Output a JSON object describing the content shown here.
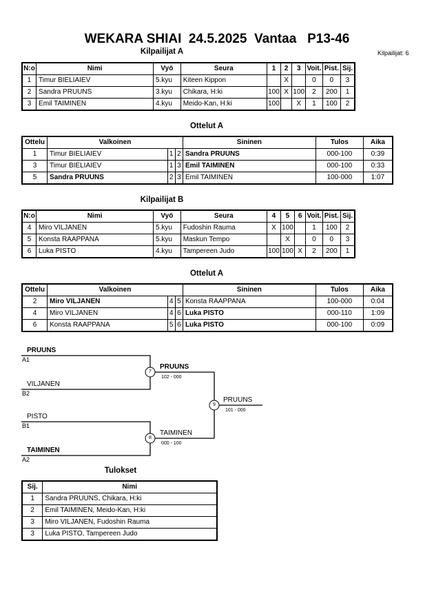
{
  "header": {
    "title": "WEKARA SHIAI  24.5.2025  Vantaa   P13-46",
    "competitor_count": "Kilpailijat: 6"
  },
  "pool_a": {
    "heading": "Kilpailijat A",
    "columns": [
      "N:o",
      "Nimi",
      "Vyö",
      "Seura",
      "1",
      "2",
      "3",
      "Voit.",
      "Pist.",
      "Sij."
    ],
    "rows": [
      {
        "no": "1",
        "name": "Timur BIELIAIEV",
        "belt": "5.kyu",
        "club": "Kiteen Kippon",
        "m1": "",
        "m2": "X",
        "m3": "",
        "wins": "0",
        "points": "0",
        "place": "3"
      },
      {
        "no": "2",
        "name": "Sandra PRUUNS",
        "belt": "3.kyu",
        "club": "Chikara, H:ki",
        "m1": "100",
        "m2": "X",
        "m3": "100",
        "wins": "2",
        "points": "200",
        "place": "1"
      },
      {
        "no": "3",
        "name": "Emil TAIMINEN",
        "belt": "4.kyu",
        "club": "Meido-Kan, H:ki",
        "m1": "100",
        "m2": "",
        "m3": "X",
        "wins": "1",
        "points": "100",
        "place": "2"
      }
    ]
  },
  "matches_a": {
    "heading": "Ottelut A",
    "columns": [
      "Ottelu",
      "Valkoinen",
      "Sininen",
      "Tulos",
      "Aika"
    ],
    "rows": [
      {
        "match": "1",
        "white": "Timur BIELIAIEV",
        "wn": "1",
        "bn": "2",
        "blue": "Sandra PRUUNS",
        "result": "000-100",
        "time": "0:39",
        "white_bold": false,
        "blue_bold": true
      },
      {
        "match": "3",
        "white": "Timur BIELIAIEV",
        "wn": "1",
        "bn": "3",
        "blue": "Emil TAIMINEN",
        "result": "000-100",
        "time": "0:33",
        "white_bold": false,
        "blue_bold": true
      },
      {
        "match": "5",
        "white": "Sandra PRUUNS",
        "wn": "2",
        "bn": "3",
        "blue": "Emil TAIMINEN",
        "result": "100-000",
        "time": "1:07",
        "white_bold": true,
        "blue_bold": false
      }
    ]
  },
  "pool_b": {
    "heading": "Kilpailijat B",
    "columns": [
      "N:o",
      "Nimi",
      "Vyö",
      "Seura",
      "4",
      "5",
      "6",
      "Voit.",
      "Pist.",
      "Sij."
    ],
    "rows": [
      {
        "no": "4",
        "name": "Miro VILJANEN",
        "belt": "5.kyu",
        "club": "Fudoshin Rauma",
        "m1": "X",
        "m2": "100",
        "m3": "",
        "wins": "1",
        "points": "100",
        "place": "2"
      },
      {
        "no": "5",
        "name": "Konsta RAAPPANA",
        "belt": "5.kyu",
        "club": "Maskun Tempo",
        "m1": "",
        "m2": "X",
        "m3": "",
        "wins": "0",
        "points": "0",
        "place": "3"
      },
      {
        "no": "6",
        "name": "Luka PISTO",
        "belt": "4.kyu",
        "club": "Tampereen Judo",
        "m1": "100",
        "m2": "100",
        "m3": "X",
        "wins": "2",
        "points": "200",
        "place": "1"
      }
    ]
  },
  "matches_b": {
    "heading": "Ottelut A",
    "columns": [
      "Ottelu",
      "Valkoinen",
      "Sininen",
      "Tulos",
      "Aika"
    ],
    "rows": [
      {
        "match": "2",
        "white": "Miro VILJANEN",
        "wn": "4",
        "bn": "5",
        "blue": "Konsta RAAPPANA",
        "result": "100-000",
        "time": "0:04",
        "white_bold": true,
        "blue_bold": false
      },
      {
        "match": "4",
        "white": "Miro VILJANEN",
        "wn": "4",
        "bn": "6",
        "blue": "Luka PISTO",
        "result": "000-110",
        "time": "1:09",
        "white_bold": false,
        "blue_bold": true
      },
      {
        "match": "6",
        "white": "Konsta RAAPPANA",
        "wn": "5",
        "bn": "6",
        "blue": "Luka PISTO",
        "result": "000-100",
        "time": "0:09",
        "white_bold": false,
        "blue_bold": true
      }
    ]
  },
  "bracket": {
    "semi1": {
      "top_name": "PRUUNS",
      "top_seed": "A1",
      "bottom_name": "VILJANEN",
      "bottom_seed": "B2",
      "match_no": "7",
      "winner": "PRUUNS",
      "score": "102 - 000"
    },
    "semi2": {
      "top_name": "PISTO",
      "top_seed": "B1",
      "bottom_name": "TAIMINEN",
      "bottom_seed": "A2",
      "match_no": "8",
      "winner": "TAIMINEN",
      "score": "000 - 100"
    },
    "final": {
      "match_no": "9",
      "winner": "PRUUNS",
      "score": "101 - 000"
    }
  },
  "results": {
    "heading": "Tulokset",
    "columns": [
      "Sij.",
      "Nimi"
    ],
    "rows": [
      {
        "place": "1",
        "name": "Sandra PRUUNS, Chikara, H:ki"
      },
      {
        "place": "2",
        "name": "Emil TAIMINEN, Meido-Kan, H:ki"
      },
      {
        "place": "3",
        "name": "Miro VILJANEN, Fudoshin Rauma"
      },
      {
        "place": "3",
        "name": "Luka PISTO, Tampereen Judo"
      }
    ]
  }
}
